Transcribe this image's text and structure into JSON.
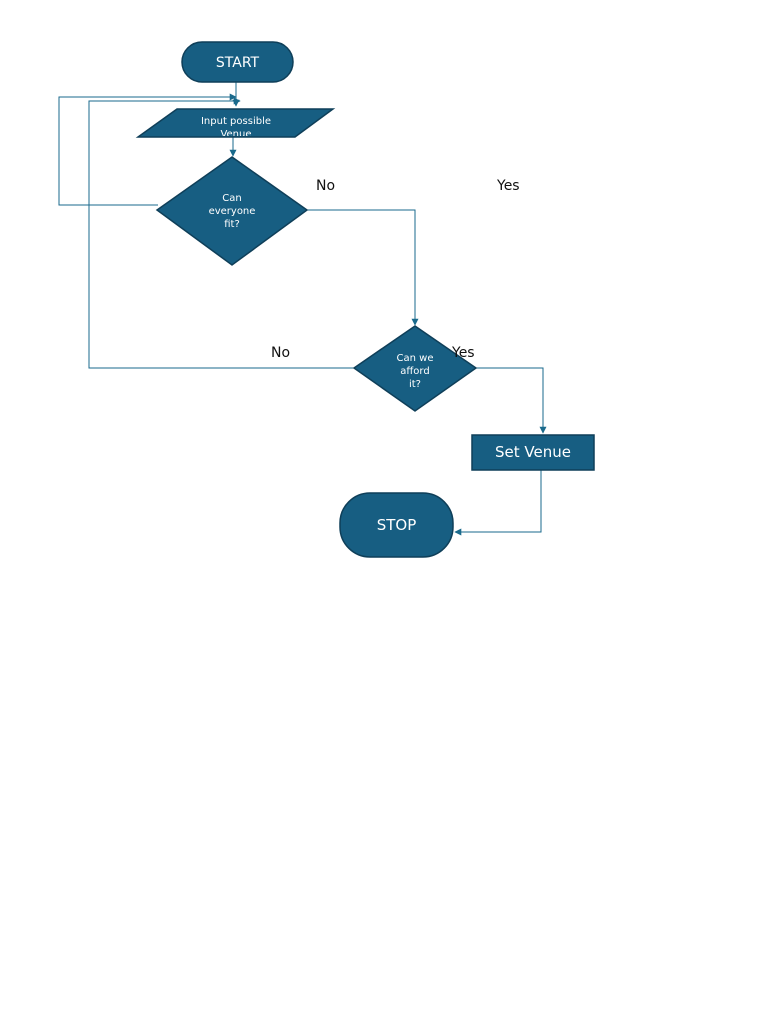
{
  "nodes": {
    "start": {
      "label": "START"
    },
    "input_venue": {
      "label_line1": "Input possible",
      "label_line2": "Venue"
    },
    "fit_decision": {
      "line1": "Can",
      "line2": "everyone",
      "line3": "fit?"
    },
    "afford_decision": {
      "line1": "Can we",
      "line2": "afford",
      "line3": "it?"
    },
    "set_venue": {
      "label": "Set Venue"
    },
    "stop": {
      "label": "STOP"
    }
  },
  "edge_labels": {
    "fit_no": "No",
    "fit_yes": "Yes",
    "afford_no": "No",
    "afford_yes": "Yes"
  },
  "colors": {
    "node_fill": "#175e82",
    "node_stroke": "#0f3f59",
    "connector": "#1a6a8c"
  }
}
